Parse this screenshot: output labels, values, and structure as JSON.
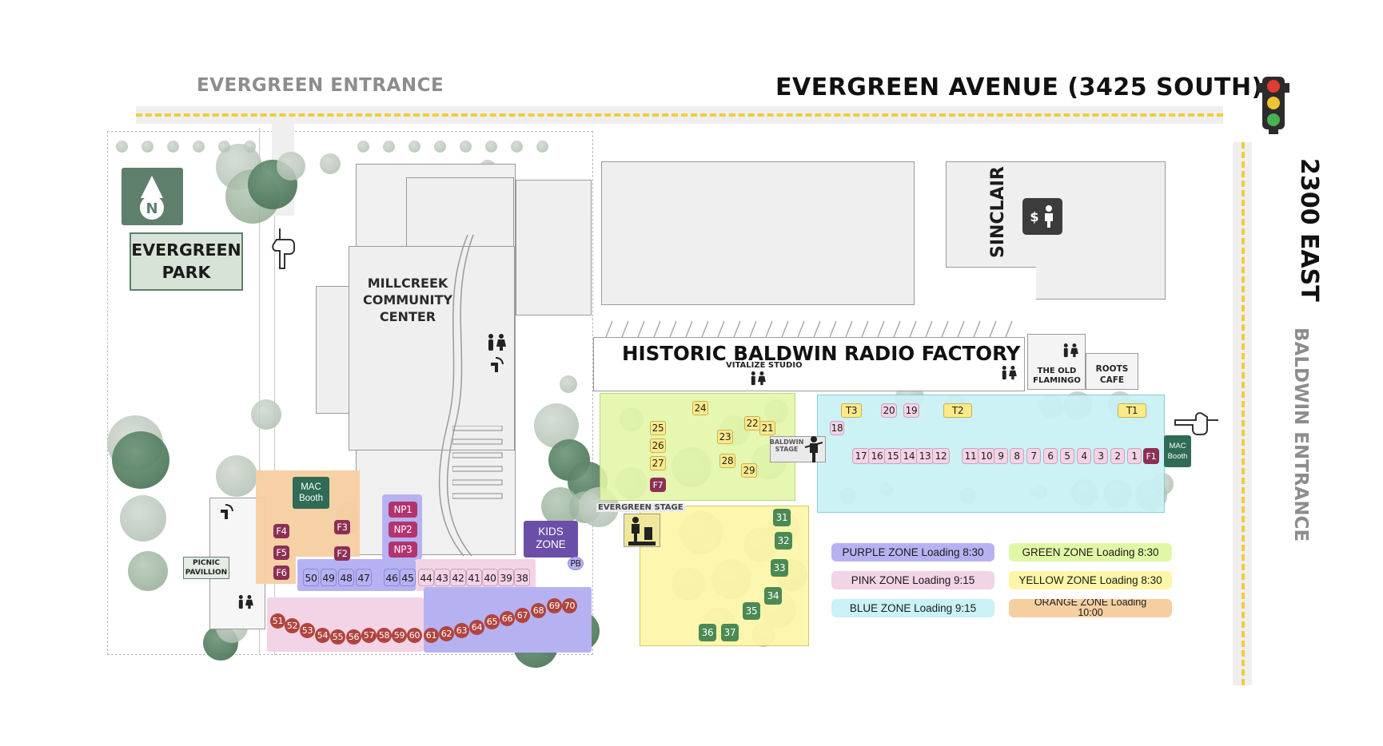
{
  "entrances": {
    "north": "EVERGREEN ENTRANCE",
    "east": "BALDWIN ENTRANCE"
  },
  "streets": {
    "north": "EVERGREEN AVENUE (3425 SOUTH)",
    "east": "2300 EAST"
  },
  "park_name": "EVERGREEN\nPARK",
  "buildings": {
    "community_center": "MILLCREEK\nCOMMUNITY\nCENTER",
    "radio_factory": "HISTORIC BALDWIN RADIO FACTORY",
    "vitalize": "VITALIZE STUDIO",
    "sinclair": "SINCLAIR",
    "old_flamingo": "THE OLD\nFLAMINGO",
    "roots_cafe": "ROOTS\nCAFE",
    "picnic": "PICNIC\nPAVILLION"
  },
  "stages": {
    "baldwin": "BALDWIN\nSTAGE",
    "evergreen": "EVERGREEN STAGE"
  },
  "special": {
    "kids_zone": "KIDS\nZONE",
    "mac_booth": "MAC\nBooth",
    "pb": "PB"
  },
  "booths": {
    "blue_top": [
      "T3",
      "20",
      "19",
      "T2",
      "T1",
      "18"
    ],
    "blue_row": [
      "17",
      "16",
      "15",
      "14",
      "13",
      "12",
      "11",
      "10",
      "9",
      "8",
      "7",
      "6",
      "5",
      "4",
      "3",
      "2",
      "1"
    ],
    "f1": "F1",
    "green": [
      "24",
      "25",
      "26",
      "27",
      "22",
      "21",
      "23",
      "28",
      "29"
    ],
    "f7": "F7",
    "yellow": [
      "31",
      "32",
      "33",
      "34",
      "35",
      "36",
      "37"
    ],
    "orange_f": [
      "F4",
      "F5",
      "F6",
      "F3",
      "F2"
    ],
    "np": [
      "NP1",
      "NP2",
      "NP3"
    ],
    "purple_row": [
      "50",
      "49",
      "48",
      "47",
      "46",
      "45"
    ],
    "pink_row": [
      "44",
      "43",
      "42",
      "41",
      "40",
      "39",
      "38"
    ],
    "bottom_row": [
      "51",
      "52",
      "53",
      "54",
      "55",
      "56",
      "57",
      "58",
      "59",
      "60",
      "61",
      "62",
      "63",
      "64",
      "65",
      "66",
      "67",
      "68",
      "69",
      "70"
    ]
  },
  "legend": [
    {
      "text": "PURPLE ZONE Loading 8:30",
      "color": "#b6b2f2"
    },
    {
      "text": "GREEN ZONE Loading 8:30",
      "color": "#e2f7a6"
    },
    {
      "text": "PINK ZONE Loading 9:15",
      "color": "#f3d3e6"
    },
    {
      "text": "YELLOW ZONE Loading 8:30",
      "color": "#fdf6a8"
    },
    {
      "text": "BLUE ZONE Loading 9:15",
      "color": "#c9f1f6"
    },
    {
      "text": "ORANGE ZONE Loading\n10:00",
      "color": "#f6cfa0"
    }
  ],
  "icons": {
    "north_arrow": "north-arrow-icon",
    "north_letter": "N",
    "traffic_light": "traffic-light-icon",
    "atm": "atm-icon",
    "atm_symbol": "$",
    "restroom": "restroom-icon",
    "fountain": "water-fountain-icon",
    "pointing_hand": "pointing-hand-icon",
    "musician": "musician-icon"
  },
  "colors": {
    "road_yellow": "#f2cc3a",
    "blue_zone": "#c9f1f6",
    "green_zone": "#e2f7a6",
    "yellow_zone": "#fdf6a8",
    "orange_zone": "#f6cfa0",
    "pink_zone": "#f3d3e6",
    "purple_zone": "#b6b2f2",
    "kids_zone": "#6b4ea8"
  }
}
